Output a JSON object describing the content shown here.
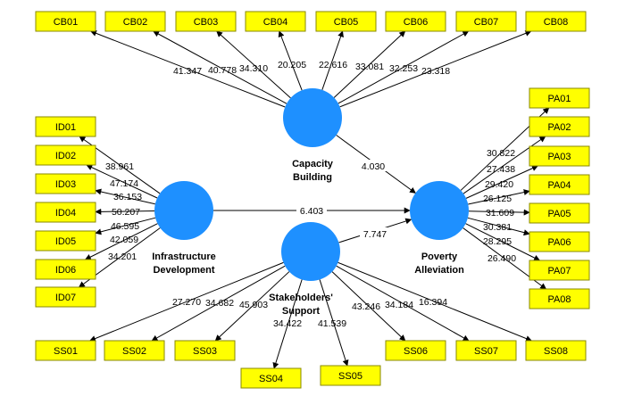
{
  "constructs": {
    "cb": {
      "lines": [
        "Capacity",
        "Building"
      ]
    },
    "id": {
      "lines": [
        "Infrastructure",
        "Development"
      ]
    },
    "ss": {
      "lines": [
        "Stakeholders'",
        "Support"
      ]
    },
    "pa": {
      "lines": [
        "Poverty",
        "Alleviation"
      ]
    }
  },
  "indicators": {
    "cb": [
      {
        "label": "CB01",
        "weight": "41.347"
      },
      {
        "label": "CB02",
        "weight": "40.778"
      },
      {
        "label": "CB03",
        "weight": "34.310"
      },
      {
        "label": "CB04",
        "weight": "20.205"
      },
      {
        "label": "CB05",
        "weight": "22.616"
      },
      {
        "label": "CB06",
        "weight": "33.081"
      },
      {
        "label": "CB07",
        "weight": "32.253"
      },
      {
        "label": "CB08",
        "weight": "23.318"
      }
    ],
    "id": [
      {
        "label": "ID01",
        "weight": "38.961"
      },
      {
        "label": "ID02",
        "weight": "47.174"
      },
      {
        "label": "ID03",
        "weight": "36.153"
      },
      {
        "label": "ID04",
        "weight": "50.207"
      },
      {
        "label": "ID05",
        "weight": "46.595"
      },
      {
        "label": "ID06",
        "weight": "42.059"
      },
      {
        "label": "ID07",
        "weight": "34.201"
      }
    ],
    "pa": [
      {
        "label": "PA01",
        "weight": "30.822"
      },
      {
        "label": "PA02",
        "weight": "27.438"
      },
      {
        "label": "PA03",
        "weight": "29.420"
      },
      {
        "label": "PA04",
        "weight": "26.125"
      },
      {
        "label": "PA05",
        "weight": "31.609"
      },
      {
        "label": "PA06",
        "weight": "30.381"
      },
      {
        "label": "PA07",
        "weight": "28.295"
      },
      {
        "label": "PA08",
        "weight": "26.490"
      }
    ],
    "ss": [
      {
        "label": "SS01",
        "weight": "27.270"
      },
      {
        "label": "SS02",
        "weight": "34.682"
      },
      {
        "label": "SS03",
        "weight": "45.903"
      },
      {
        "label": "SS04",
        "weight": "34.422"
      },
      {
        "label": "SS05",
        "weight": "41.539"
      },
      {
        "label": "SS06",
        "weight": "43.246"
      },
      {
        "label": "SS07",
        "weight": "34.184"
      },
      {
        "label": "SS08",
        "weight": "16.394"
      }
    ]
  },
  "paths": [
    {
      "from": "cb",
      "to": "pa",
      "coefficient": "4.030"
    },
    {
      "from": "id",
      "to": "pa",
      "coefficient": "6.403"
    },
    {
      "from": "ss",
      "to": "pa",
      "coefficient": "7.747"
    }
  ],
  "colors": {
    "construct": "#1e90ff",
    "indicator": "#ffff00"
  }
}
